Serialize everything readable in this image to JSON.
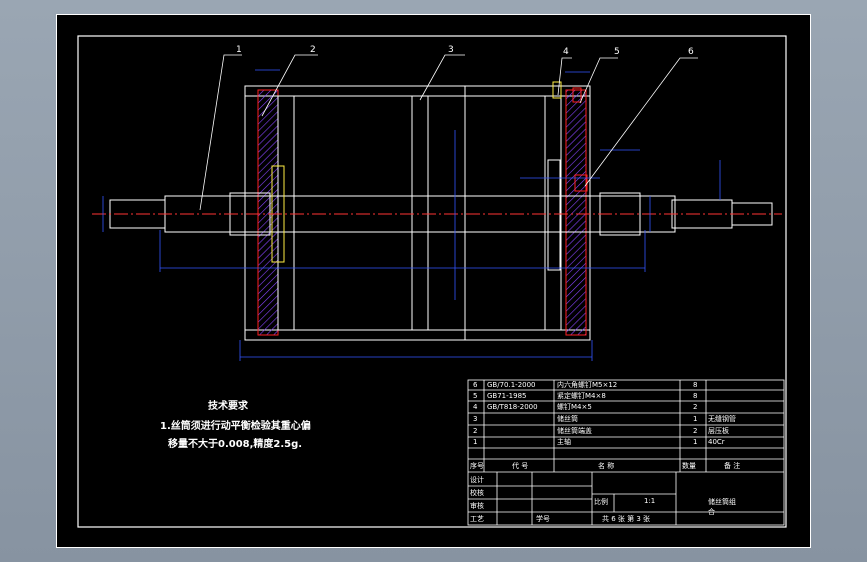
{
  "drawing": {
    "callouts": [
      "1",
      "2",
      "3",
      "4",
      "5",
      "6"
    ],
    "tech_requirements": {
      "title": "技术要求",
      "line1": "1.丝筒须进行动平衡检验其重心偏",
      "line2": "移量不大于0.008,精度2.5g."
    }
  },
  "bom": {
    "rows": [
      {
        "no": "6",
        "code": "GB/70.1-2000",
        "name": "内六角螺钉M5×12",
        "qty": "8",
        "material": ""
      },
      {
        "no": "5",
        "code": "GB71-1985",
        "name": "紧定螺钉M4×8",
        "qty": "8",
        "material": ""
      },
      {
        "no": "4",
        "code": "GB/T818-2000",
        "name": "螺钉M4×5",
        "qty": "2",
        "material": ""
      },
      {
        "no": "3",
        "code": "",
        "name": "储丝筒",
        "qty": "1",
        "material": "无缝钢管"
      },
      {
        "no": "2",
        "code": "",
        "name": "储丝筒端盖",
        "qty": "2",
        "material": "层压板"
      },
      {
        "no": "1",
        "code": "",
        "name": "主轴",
        "qty": "1",
        "material": "40Cr"
      }
    ],
    "header": {
      "no": "序号",
      "code": "代 号",
      "name": "名 称",
      "qty": "数量",
      "note": "备 注"
    }
  },
  "title_block": {
    "design": "设计",
    "check": "校核",
    "review": "审核",
    "process": "工艺",
    "student_no": "学号",
    "scale_label": "比例",
    "scale_value": "1:1",
    "sheets": "共 6 张 第 3 张",
    "part_name": "储丝筒组",
    "part_sub": "合"
  },
  "colors": {
    "background": "#000000",
    "outline": "#ffffff",
    "centerline": "#ff3333",
    "dimension": "#3355ff",
    "leader": "#ffffff",
    "section": "#ff2020",
    "hatch": "#8844ff",
    "callout": "#ffffff"
  }
}
